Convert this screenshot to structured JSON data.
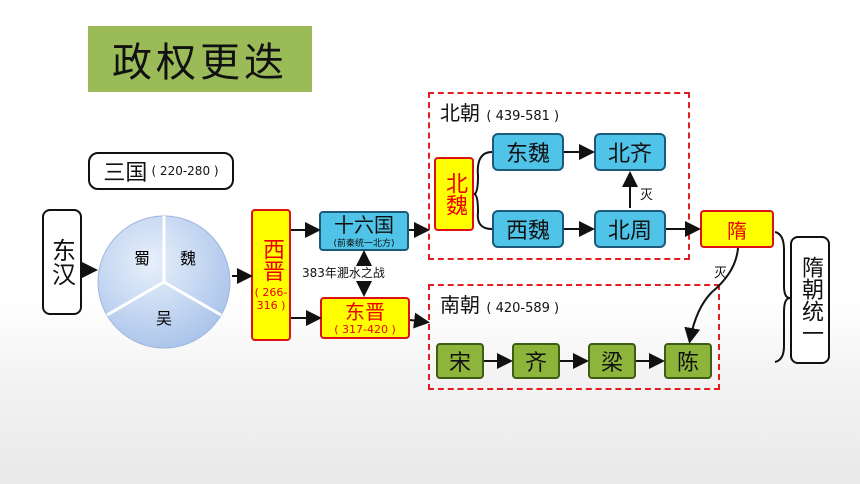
{
  "title": "政权更迭",
  "sanguo": {
    "label": "三国",
    "years": "( 220-280 )"
  },
  "donghan": "东汉",
  "pie": {
    "shu": "蜀",
    "wei": "魏",
    "wu": "吴"
  },
  "xijin": {
    "name": "西晋",
    "years": "( 266-316 )"
  },
  "shiliuguo": {
    "name": "十六国",
    "sub": "(前秦统一北方)"
  },
  "battle": "383年淝水之战",
  "dongjin": {
    "name": "东晋",
    "years": "( 317-420 )"
  },
  "beichao": {
    "label": "北朝",
    "years": "( 439-581 )"
  },
  "beiwei": "北魏",
  "dongwei": "东魏",
  "beiqi": "北齐",
  "xiwei": "西魏",
  "beizhou": "北周",
  "mie1": "灭",
  "sui": "隋",
  "mie2": "灭",
  "nanchao": {
    "label": "南朝",
    "years": "( 420-589 )"
  },
  "song": "宋",
  "qi": "齐",
  "liang": "梁",
  "chen": "陈",
  "unify": "隋朝统一",
  "colors": {
    "title_bg": "#9bbb59",
    "blue": "#4fc3e8",
    "green": "#8db53c",
    "yellow": "#ffff00",
    "red": "#e00000"
  }
}
